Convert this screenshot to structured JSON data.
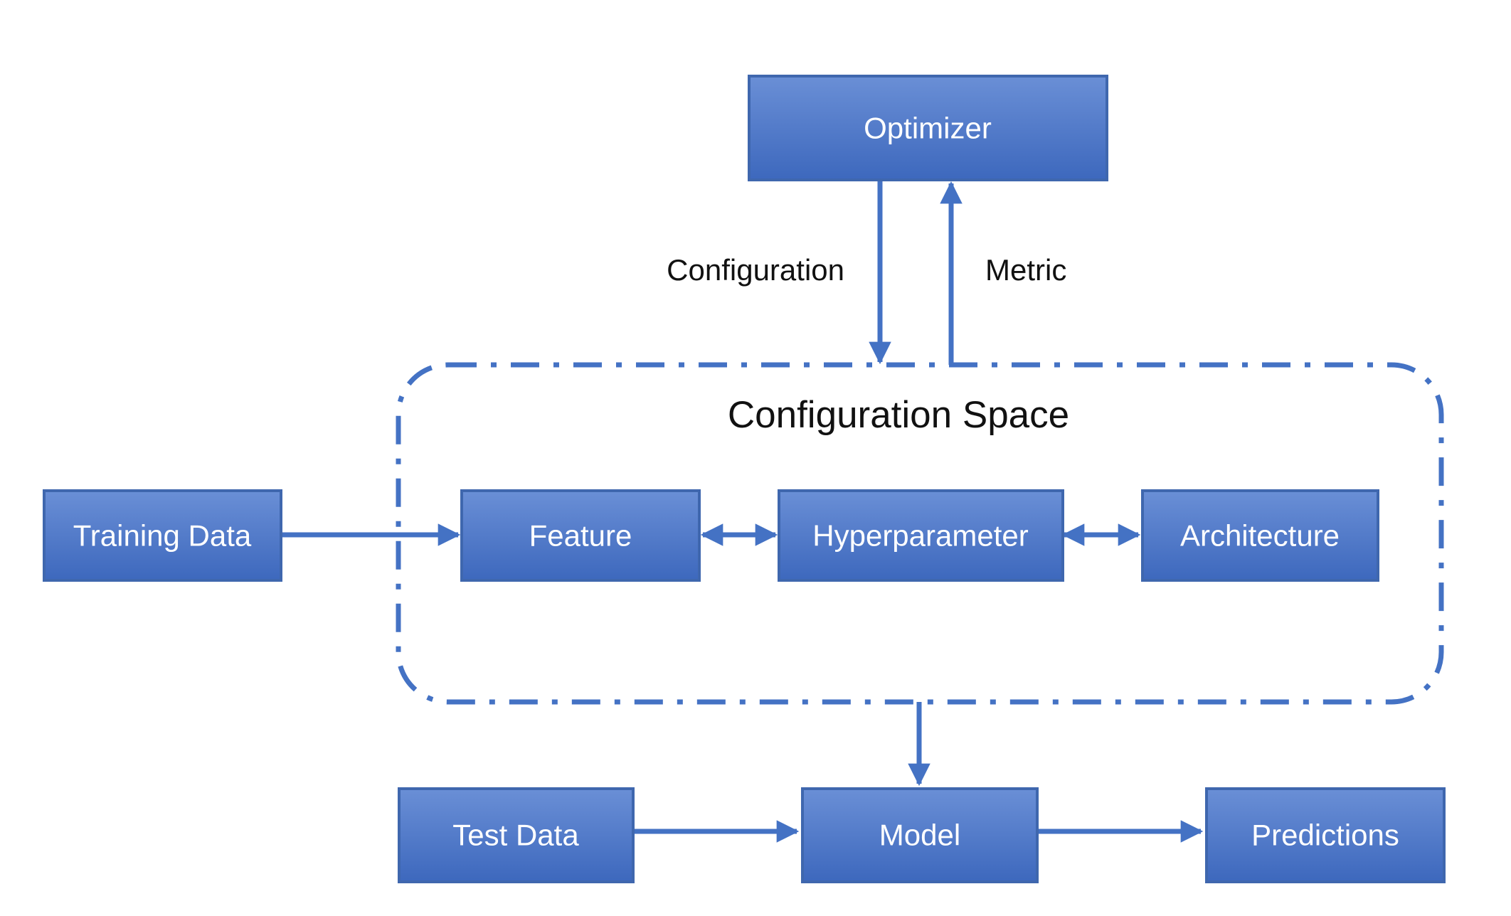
{
  "diagram": {
    "colors": {
      "box_fill_top": "#6a8fd6",
      "box_fill_bottom": "#3d68bd",
      "box_border": "#3f67ae",
      "edge": "#4472c4",
      "label_text": "#111111",
      "box_text": "#ffffff"
    },
    "group": {
      "title": "Configuration Space"
    },
    "nodes": {
      "optimizer": "Optimizer",
      "training_data": "Training Data",
      "feature": "Feature",
      "hyperparameter": "Hyperparameter",
      "architecture": "Architecture",
      "test_data": "Test Data",
      "model": "Model",
      "predictions": "Predictions"
    },
    "edge_labels": {
      "configuration": "Configuration",
      "metric": "Metric"
    }
  }
}
